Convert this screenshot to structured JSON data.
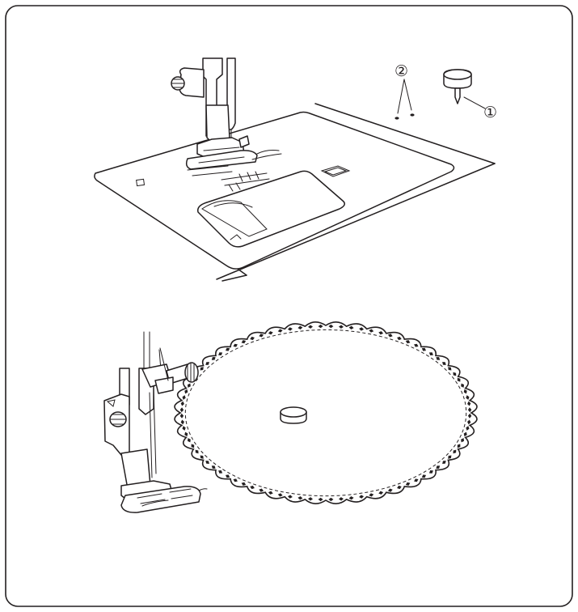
{
  "figure": {
    "top_panel": {
      "callouts": [
        {
          "number": "①",
          "refers_to": "circle-pin"
        },
        {
          "number": "②",
          "refers_to": "pins"
        }
      ]
    },
    "bottom_panel": {
      "stitch_pattern": "scallop",
      "scallop_count": 44
    }
  }
}
